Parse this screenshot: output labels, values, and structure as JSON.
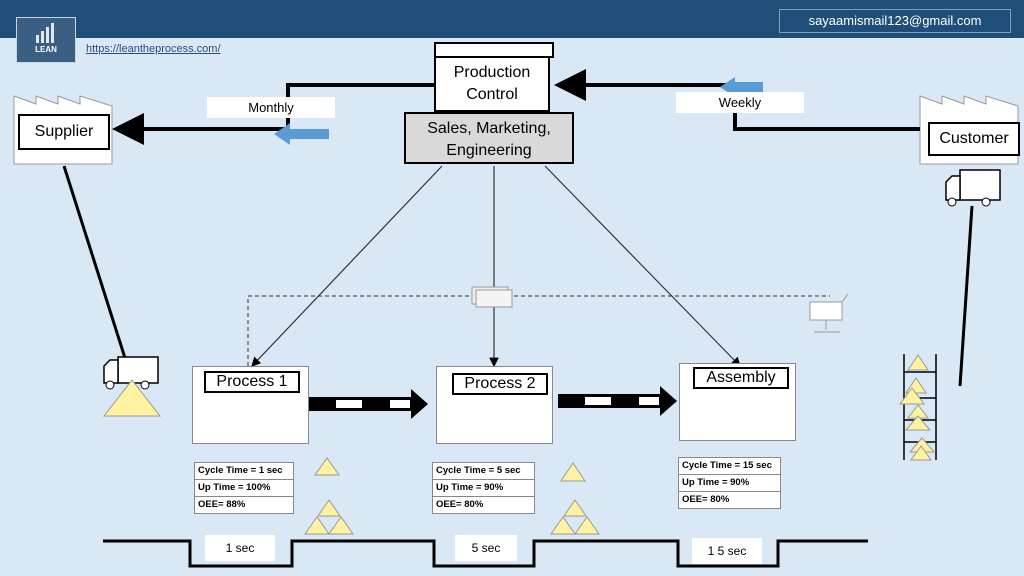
{
  "header": {
    "email": "sayaamismail123@gmail.com",
    "url": "https://leantheprocess.com/",
    "logo_text": "LEAN"
  },
  "control": {
    "production_control": "Production Control",
    "sales": "Sales, Marketing, Engineering"
  },
  "supplier": {
    "label": "Supplier",
    "frequency": "Monthly"
  },
  "customer": {
    "label": "Customer",
    "frequency": "Weekly"
  },
  "processes": [
    {
      "name": "Process 1",
      "cycle_time": "Cycle Time = 1 sec",
      "up_time": "Up Time = 100%",
      "oee": "OEE= 88%"
    },
    {
      "name": "Process 2",
      "cycle_time": "Cycle Time = 5 sec",
      "up_time": "Up Time = 90%",
      "oee": "OEE= 80%"
    },
    {
      "name": "Assembly",
      "cycle_time": "Cycle Time = 15 sec",
      "up_time": "Up Time = 90%",
      "oee": "OEE= 80%"
    }
  ],
  "timeline": [
    "1 sec",
    "5 sec",
    "1 5 sec"
  ],
  "colors": {
    "header": "#1f4e79",
    "background": "#dae8f6",
    "inventory": "#fff2a0",
    "push_arrow": "#000000",
    "info_arrow": "#5b9bd5"
  }
}
